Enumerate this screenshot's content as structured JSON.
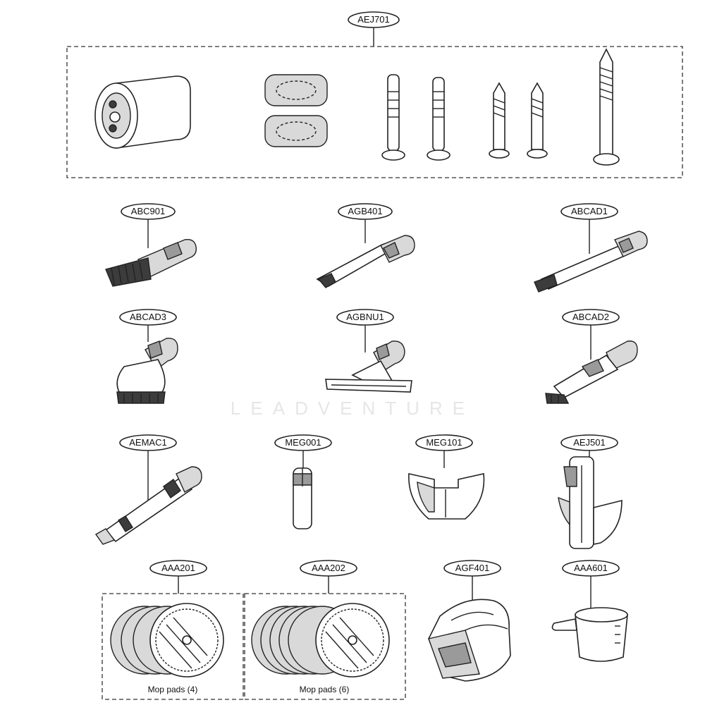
{
  "watermark": "LEADVENTURE",
  "parts": [
    {
      "code": "AEJ701"
    },
    {
      "code": "ABC901"
    },
    {
      "code": "AGB401"
    },
    {
      "code": "ABCAD1"
    },
    {
      "code": "ABCAD3"
    },
    {
      "code": "AGBNU1"
    },
    {
      "code": "ABCAD2"
    },
    {
      "code": "AEMAC1"
    },
    {
      "code": "MEG001"
    },
    {
      "code": "MEG101"
    },
    {
      "code": "AEJ501"
    },
    {
      "code": "AAA201",
      "caption": "Mop pads (4)"
    },
    {
      "code": "AAA202",
      "caption": "Mop pads (6)"
    },
    {
      "code": "AGF401"
    },
    {
      "code": "AAA601"
    }
  ]
}
